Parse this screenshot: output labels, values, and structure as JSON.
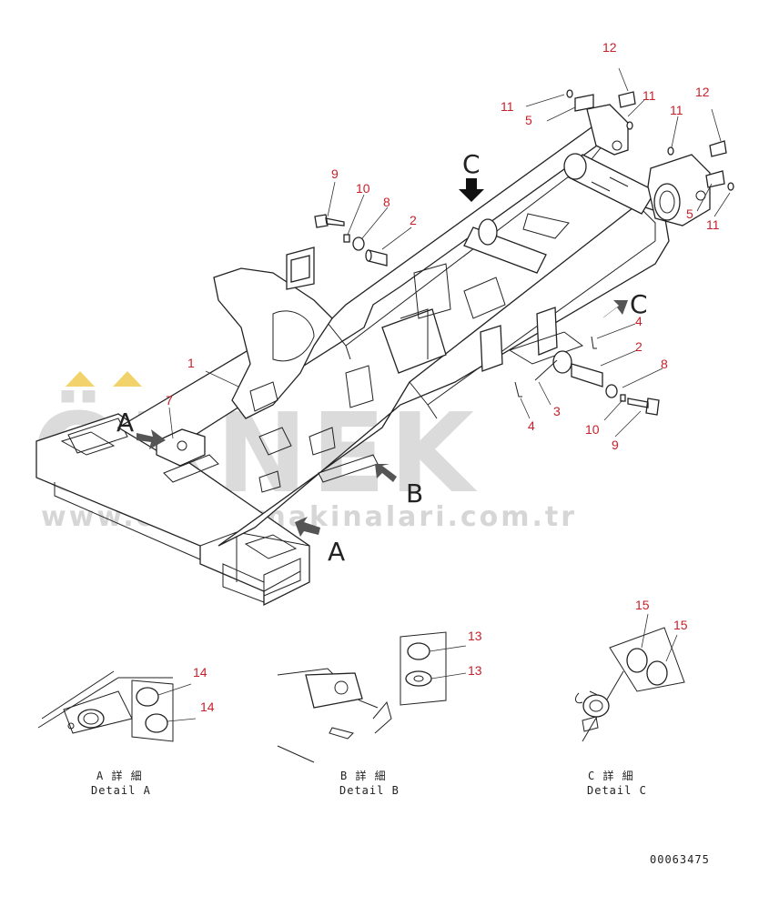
{
  "diagram": {
    "callouts": [
      {
        "id": "c12a",
        "text": "12"
      },
      {
        "id": "c11a",
        "text": "11"
      },
      {
        "id": "c5a",
        "text": "5"
      },
      {
        "id": "c11b",
        "text": "11"
      },
      {
        "id": "c12b",
        "text": "12"
      },
      {
        "id": "c11c",
        "text": "11"
      },
      {
        "id": "c11d",
        "text": "11"
      },
      {
        "id": "c5b",
        "text": "5"
      },
      {
        "id": "c9a",
        "text": "9"
      },
      {
        "id": "c10a",
        "text": "10"
      },
      {
        "id": "c8a",
        "text": "8"
      },
      {
        "id": "c2a",
        "text": "2"
      },
      {
        "id": "c1",
        "text": "1"
      },
      {
        "id": "c7",
        "text": "7"
      },
      {
        "id": "c4a",
        "text": "4"
      },
      {
        "id": "c2b",
        "text": "2"
      },
      {
        "id": "c8b",
        "text": "8"
      },
      {
        "id": "c3",
        "text": "3"
      },
      {
        "id": "c4b",
        "text": "4"
      },
      {
        "id": "c10b",
        "text": "10"
      },
      {
        "id": "c9b",
        "text": "9"
      },
      {
        "id": "c13a",
        "text": "13"
      },
      {
        "id": "c13b",
        "text": "13"
      },
      {
        "id": "c14a",
        "text": "14"
      },
      {
        "id": "c14b",
        "text": "14"
      },
      {
        "id": "c15a",
        "text": "15"
      },
      {
        "id": "c15b",
        "text": "15"
      }
    ],
    "view_letters": {
      "c_top": "C",
      "c_right": "C",
      "a_left": "A",
      "a_bottom": "A",
      "b": "B"
    },
    "details": [
      {
        "id": "detail-a",
        "jp": "A 詳 細",
        "en": "Detail A"
      },
      {
        "id": "detail-b",
        "jp": "B 詳 細",
        "en": "Detail B"
      },
      {
        "id": "detail-c",
        "jp": "C 詳 細",
        "en": "Detail C"
      }
    ],
    "drawing_number": "00063475"
  },
  "watermark": {
    "brand": "ÖRNEK",
    "url": "www.orneksmakinalari.com.tr",
    "accent_color": "#f2d36b",
    "text_color": "#cfcfcf"
  }
}
